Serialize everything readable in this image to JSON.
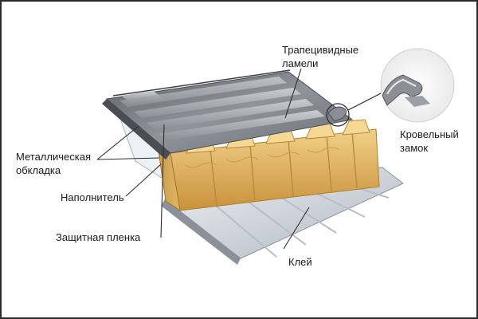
{
  "labels": {
    "trapezoid_line1": "Трапецивидные",
    "trapezoid_line2": "ламели",
    "roof_lock_line1": "Кровельный",
    "roof_lock_line2": "замок",
    "metal_line1": "Металлическая",
    "metal_line2": "обкладка",
    "filler": "Наполнитель",
    "film": "Защитная пленка",
    "glue": "Клей"
  },
  "colors": {
    "frame": "#2b2b2b",
    "roof_metal": "#7c8086",
    "insulation": "#e2b45a",
    "bottom_metal": "#d9dee4",
    "leader": "#2d2d2d"
  }
}
